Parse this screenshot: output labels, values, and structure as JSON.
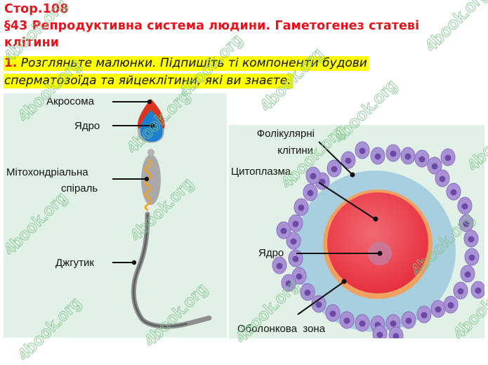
{
  "header": {
    "page": "Стор.108",
    "section_line1": "§43 Репродуктивна система людини. Гаметогенез статеві",
    "section_line2": "клітини"
  },
  "task": {
    "number": "1.",
    "line1": "Розгляньте малюнки. Підпишіть ті компоненти будови",
    "line2": "сперматозоїда та яйцеклітини, які ви знаєте."
  },
  "sperm_figure": {
    "labels": {
      "acrosome": "Акросома",
      "nucleus": "Ядро",
      "mito_line1": "Мітохондріальна",
      "mito_line2": "спіраль",
      "flagellum": "Джгутик"
    },
    "colors": {
      "acrosome": "#d8361e",
      "nucleus": "#1c7fcf",
      "body": "#a9a9ab",
      "spiral": "#f5a01a",
      "background": "#e2f1e8"
    }
  },
  "egg_figure": {
    "labels": {
      "follicular_line1": "Фолікулярні",
      "follicular_line2": "клітини",
      "cytoplasm": "Цитоплазма",
      "nucleus": "Ядро",
      "zona": "Оболонкова  зона"
    },
    "colors": {
      "cytoplasm": "#ee3b4a",
      "zona": "#a8cfe0",
      "membrane": "#f0a060",
      "follicle_cell": "#a991d6",
      "follicle_nucleus": "#6b4aa6",
      "background": "#e2f1e8"
    }
  },
  "watermark": "4book.org"
}
